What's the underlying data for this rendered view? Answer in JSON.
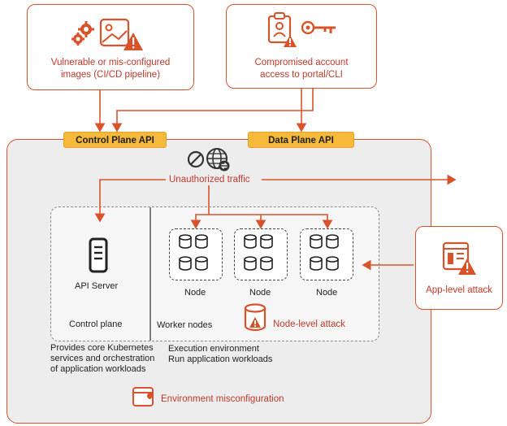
{
  "threats": {
    "vulnerable_images": [
      "Vulnerable or mis-configured",
      "images (CI/CD pipeline)"
    ],
    "compromised_account": [
      "Compromised account",
      "access to portal/CLI"
    ],
    "app_level": "App-level attack"
  },
  "apis": {
    "control_plane": "Control Plane API",
    "data_plane": "Data Plane API"
  },
  "traffic": {
    "label": "Unauthorized traffic"
  },
  "control_plane": {
    "api_server": "API Server",
    "title": "Control plane",
    "description": [
      "Provides core Kubernetes",
      "services and orchestration",
      "of application workloads"
    ]
  },
  "worker": {
    "title": "Worker nodes",
    "nodes": [
      "Node",
      "Node",
      "Node"
    ],
    "node_attack": "Node-level attack",
    "description": [
      "Execution environment",
      "Run application workloads"
    ]
  },
  "environment": {
    "misconfiguration": "Environment misconfiguration"
  },
  "colors": {
    "accent": "#d9532a",
    "api_fill": "#f6b93b",
    "env_bg": "#ededed"
  }
}
